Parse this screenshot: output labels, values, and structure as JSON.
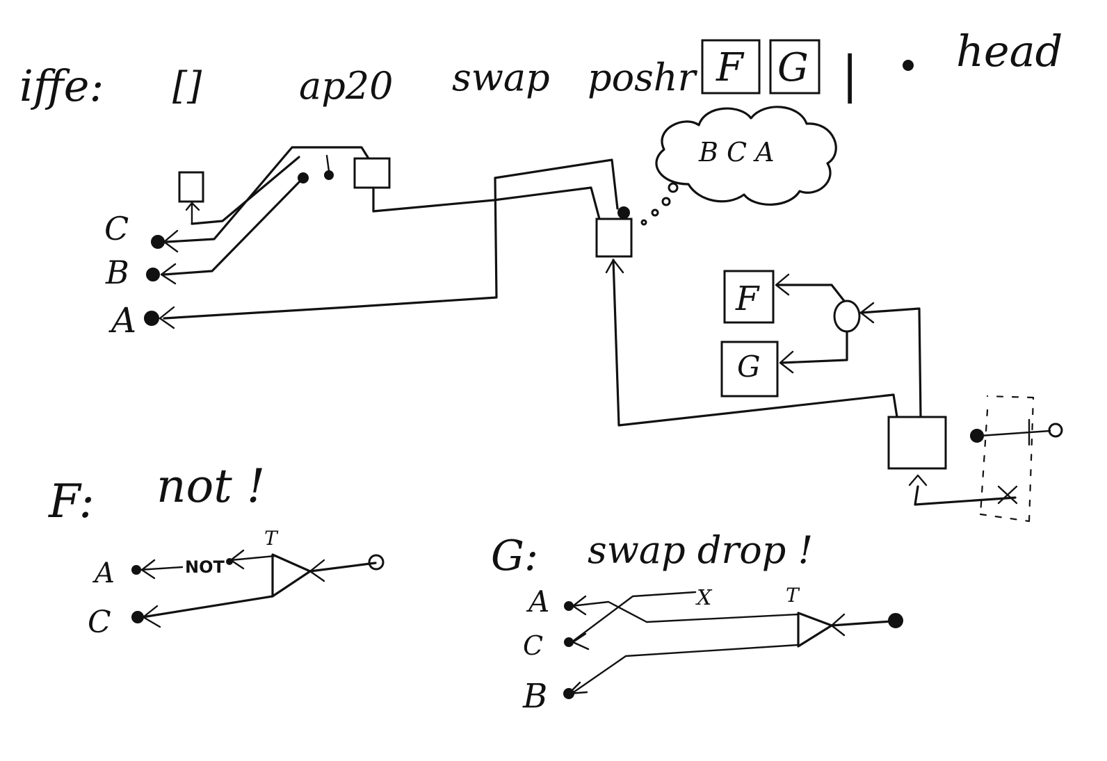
{
  "header": {
    "title": "iffe:",
    "tokens": [
      "[]",
      "ap20",
      "swap",
      "poshr",
      "F",
      "G",
      "|",
      "head"
    ]
  },
  "top_diagram": {
    "inputs": [
      "C",
      "B",
      "A"
    ],
    "cloud_text": "B C A",
    "quoted_boxes": [
      "F",
      "G"
    ]
  },
  "f_section": {
    "title": "F:",
    "code": "not !",
    "output_labels": [
      "A",
      "C"
    ],
    "not_label": "NOT",
    "t_label": "T"
  },
  "g_section": {
    "title": "G:",
    "code": "swap drop !",
    "output_labels": [
      "A",
      "C",
      "B"
    ],
    "t_label": "T",
    "x_label": "X"
  }
}
